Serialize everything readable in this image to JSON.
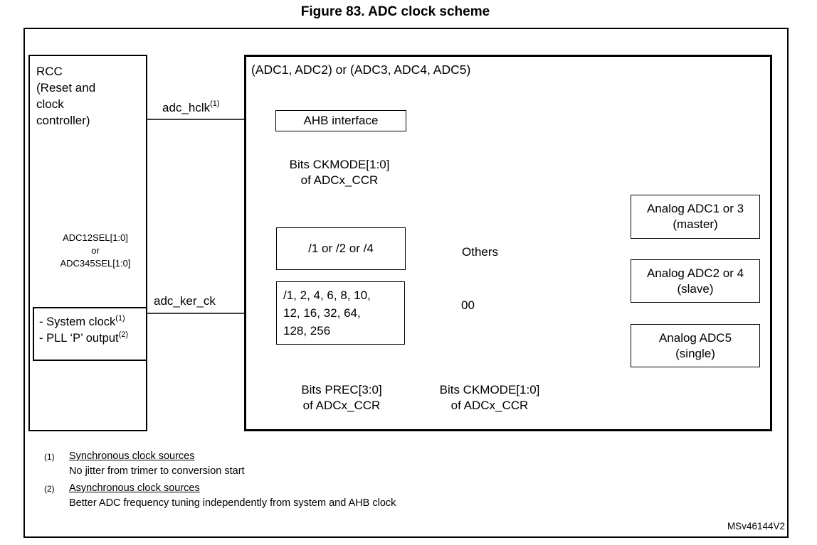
{
  "figure": {
    "title": "Figure 83. ADC clock scheme",
    "watermark": "MSv46144V2"
  },
  "rcc": {
    "title_lines": [
      "RCC",
      "(Reset and",
      "clock",
      "controller)"
    ],
    "sel_lines": [
      "ADC12SEL[1:0]",
      "or",
      "ADC345SEL[1:0]"
    ],
    "source_items": [
      {
        "text": "- System clock",
        "sup": "(1)"
      },
      {
        "text": "- PLL ‘P’ output",
        "sup": "(2)"
      }
    ]
  },
  "signals": {
    "adc_hclk": {
      "label": "adc_hclk",
      "sup": "(1)"
    },
    "adc_ker_ck": {
      "label": "adc_ker_ck"
    }
  },
  "adc_block": {
    "header": "(ADC1, ADC2) or (ADC3, ADC4, ADC5)",
    "ahb_interface": "AHB interface",
    "ckmode_top_label": {
      "line1": "Bits CKMODE[1:0]",
      "line2": "of ADCx_CCR"
    },
    "prescaler_sync": "/1 or /2 or /4",
    "prescaler_async_lines": [
      "/1, 2, 4, 6, 8, 10,",
      "12, 16, 32, 64,",
      "128, 256"
    ],
    "prec_label": {
      "line1": "Bits PREC[3:0]",
      "line2": "of ADCx_CCR"
    },
    "ckmode_bottom_label": {
      "line1": "Bits CKMODE[1:0]",
      "line2": "of ADCx_CCR"
    },
    "mux": {
      "input_top": "Others",
      "input_bottom": "00"
    }
  },
  "outputs": [
    {
      "line1": "Analog ADC1 or 3",
      "line2": "(master)"
    },
    {
      "line1": "Analog ADC2 or 4",
      "line2": "(slave)"
    },
    {
      "line1": "Analog ADC5",
      "line2": "(single)"
    }
  ],
  "footnotes": [
    {
      "num": "(1)",
      "heading": "Synchronous clock sources",
      "body": "No jitter from trimer to conversion start"
    },
    {
      "num": "(2)",
      "heading": "Asynchronous clock sources",
      "body": "Better ADC frequency tuning independently from system and AHB clock"
    }
  ]
}
